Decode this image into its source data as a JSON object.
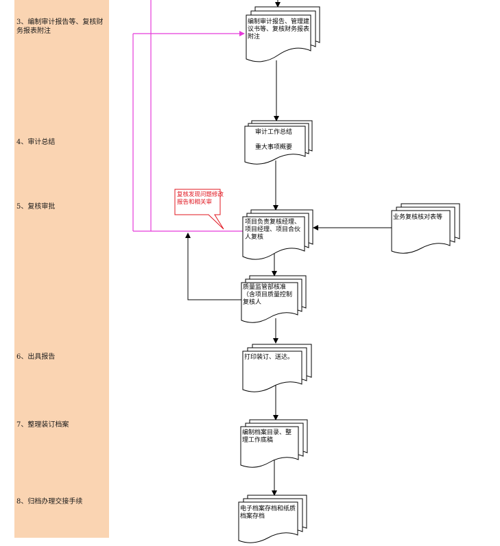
{
  "steps": [
    {
      "label": "3、编制审计报告等、复核财务报表附注"
    },
    {
      "label": "4、审计总结"
    },
    {
      "label": "5、复核审批"
    },
    {
      "label": "6、出具报告"
    },
    {
      "label": "7、整理装订档案"
    },
    {
      "label": "8、归档办理交接手续"
    }
  ],
  "documents": {
    "audit_report": "编制审计报告、管理建议书等、复核财务报表附注",
    "summary_line1": "审计工作总结",
    "summary_line2": "重大事项概要",
    "review": "项目负责复核经理、项目经理、项目合伙人复核",
    "business_review": "业务复核核对表等",
    "quality": "质量监管部核准（含项目质量控制复核人",
    "print": "打印装订、送达。",
    "archive_catalog": "编制档案目录、整理工作底稿",
    "storage": "电子档案存档和纸质档案存档"
  },
  "callout": {
    "text": "复核发现问题修改报告和相关审",
    "color": "#e0141e"
  },
  "colors": {
    "lane": "#fad4b2",
    "feedback_line": "#e53ad9",
    "callout": "#e0141e"
  }
}
